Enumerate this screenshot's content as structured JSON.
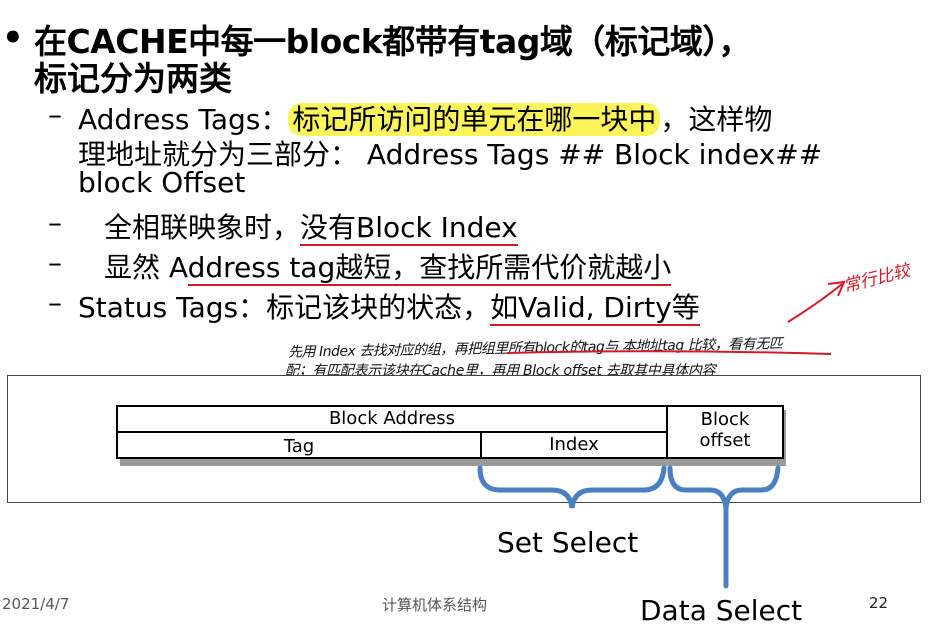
{
  "title": {
    "bullet": "•",
    "line1": "在CACHE中每一block都带有tag域（标记域），",
    "line2": "标记分为两类"
  },
  "items": [
    {
      "dash": "–",
      "label": "Address Tags：",
      "highlight": "标记所访问的单元在哪一块中",
      "rest1": "，这样物",
      "line2": "理地址就分为三部分：  Address Tags ## Block index##",
      "line3": "block Offset"
    },
    {
      "dash": "–",
      "text_pre": "全相联映象时，",
      "text_ul": "没有Block Index"
    },
    {
      "dash": "–",
      "text_pre": "显然 A",
      "text_ul": "ddress tag越短，查找所需代价就越小"
    },
    {
      "dash": "–",
      "text_pre": "Status Tags：标记该块的状态，",
      "text_ul": "如Valid, Dirty等"
    }
  ],
  "handwritten": {
    "side_note": "常行比较",
    "line1": "先用 Index 去找对应的组，再把组里所有block的tag与 本地址tag 比较，看有无匹",
    "line2": "配；有匹配表示该块在Cache里，再用 Block offset 去取其中具体内容"
  },
  "figure": {
    "block_address": "Block Address",
    "tag": "Tag",
    "index": "Index",
    "block_offset_1": "Block",
    "block_offset_2": "offset",
    "set_select": "Set Select",
    "data_select": "Data Select"
  },
  "footer": {
    "date": "2021/4/7",
    "course": "计算机体系结构",
    "page": "22"
  },
  "colors": {
    "highlight": "#fbf55a",
    "ink_red": "#d21a2a",
    "brace_blue": "#4a7fc1",
    "handwriting": "#111111"
  }
}
